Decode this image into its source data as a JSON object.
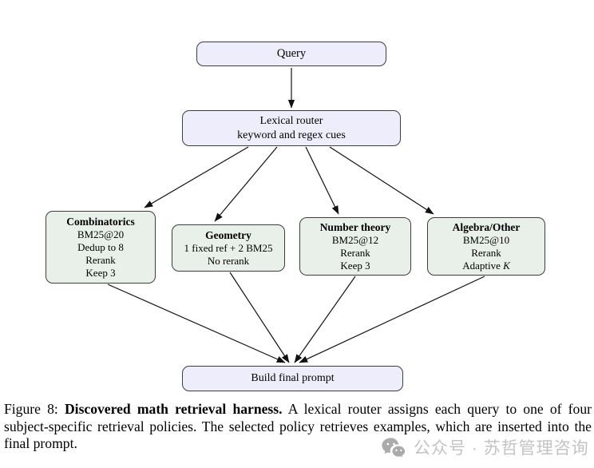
{
  "colors": {
    "lavender_box": "#EDEDFB",
    "green_box": "#E9F0E9",
    "box_border": "#3d3d3d",
    "arrow": "#111111",
    "watermark_icon": "#ABABAB",
    "watermark_text": "#C3C3C3"
  },
  "diagram": {
    "query": {
      "label": "Query"
    },
    "router": {
      "line1": "Lexical router",
      "line2": "keyword and regex cues"
    },
    "policies": {
      "combinatorics": {
        "title": "Combinatorics",
        "lines": [
          "BM25@20",
          "Dedup to 8",
          "Rerank",
          "Keep 3"
        ]
      },
      "geometry": {
        "title": "Geometry",
        "lines": [
          "1 fixed ref + 2 BM25",
          "No rerank"
        ]
      },
      "number_theory": {
        "title": "Number theory",
        "lines": [
          "BM25@12",
          "Rerank",
          "Keep 3"
        ]
      },
      "algebra": {
        "title": "Algebra/Other",
        "lines": [
          "BM25@10",
          "Rerank"
        ],
        "adaptive_prefix": "Adaptive",
        "adaptive_k": "K"
      }
    },
    "build": {
      "label": "Build final prompt"
    }
  },
  "caption": {
    "figure_label": "Figure 8:",
    "bold_title": "Discovered math retrieval harness.",
    "body": "A lexical router assigns each query to one of four subject-specific retrieval policies. The selected policy retrieves examples, which are inserted into the final prompt."
  },
  "watermark": {
    "icon": "wechat-icon",
    "text": "公众号 · 苏哲管理咨询"
  }
}
